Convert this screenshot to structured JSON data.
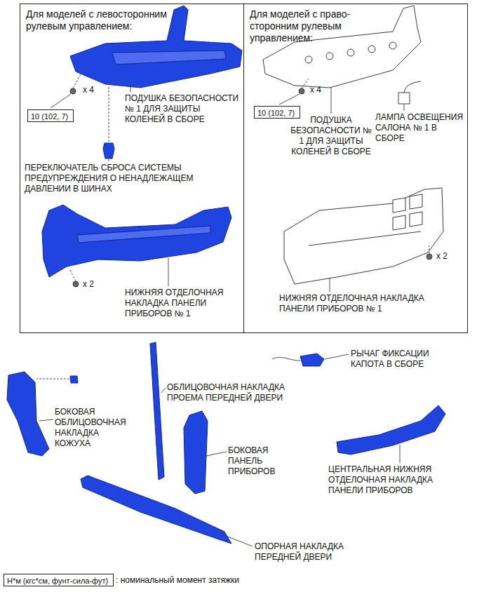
{
  "diagram": {
    "nodes": [
      {
        "text": [
          "Для моделей с левосторонним рулевым управлением:"
        ]
      },
      {
        "text": [
          "10 (102, 7)"
        ],
        "in": 0
      },
      {
        "text": [
          "Для моделей с право- сторонним рулевым управлением:"
        ]
      },
      {
        "text": [
          "10 (102, 7)"
        ],
        "in": 2
      },
      {
        "text": [
          "Н*м (кгс*см, фунт-сила-фут)"
        ]
      }
    ],
    "labels": [
      "x 4",
      "ПОДУШКА БЕЗОПАСНОСТИ № 1 ДЛЯ ЗАЩИТЫ КОЛЕНЕЙ В СБОРЕ",
      "ПЕРЕКЛЮЧАТЕЛЬ СБРОСА СИСТЕМЫ ПРЕДУПРЕЖДЕНИЯ О НЕНАДЛЕЖАЩЕМ ДАВЛЕНИИ В ШИНАХ",
      "x 2",
      "НИЖНЯЯ ОТДЕЛОЧНАЯ НАКЛАДКА ПАНЕЛИ ПРИБОРОВ № 1",
      "x 4",
      "ПОДУШКА БЕЗОПАСНОСТИ № 1 ДЛЯ ЗАЩИТЫ КОЛЕНЕЙ В СБОРЕ",
      "ЛАМПА ОСВЕЩЕНИЯ САЛОНА № 1 В СБОРЕ",
      "x 2",
      "НИЖНЯЯ ОТДЕЛОЧНАЯ НАКЛАДКА ПАНЕЛИ ПРИБОРОВ № 1",
      "РЫЧАГ ФИКСАЦИИ КАПОТА В СБОРЕ",
      "ОБЛИЦОВОЧНАЯ НАКЛАДКА ПРОЕМА ПЕРЕДНЕЙ ДВЕРИ",
      "БОКОВАЯ ОБЛИЦОВОЧНАЯ НАКЛАДКА КОЖУХА",
      "БОКОВАЯ ПАНЕЛЬ ПРИБОРОВ",
      "ЦЕНТРАЛЬНАЯ НИЖНЯЯ ОТДЕЛОЧНАЯ НАКЛАДКА ПАНЕЛИ ПРИБОРОВ",
      "ОПОРНАЯ НАКЛАДКА ПЕРЕДНЕЙ ДВЕРИ",
      ": номинальный момент затяжки"
    ]
  }
}
